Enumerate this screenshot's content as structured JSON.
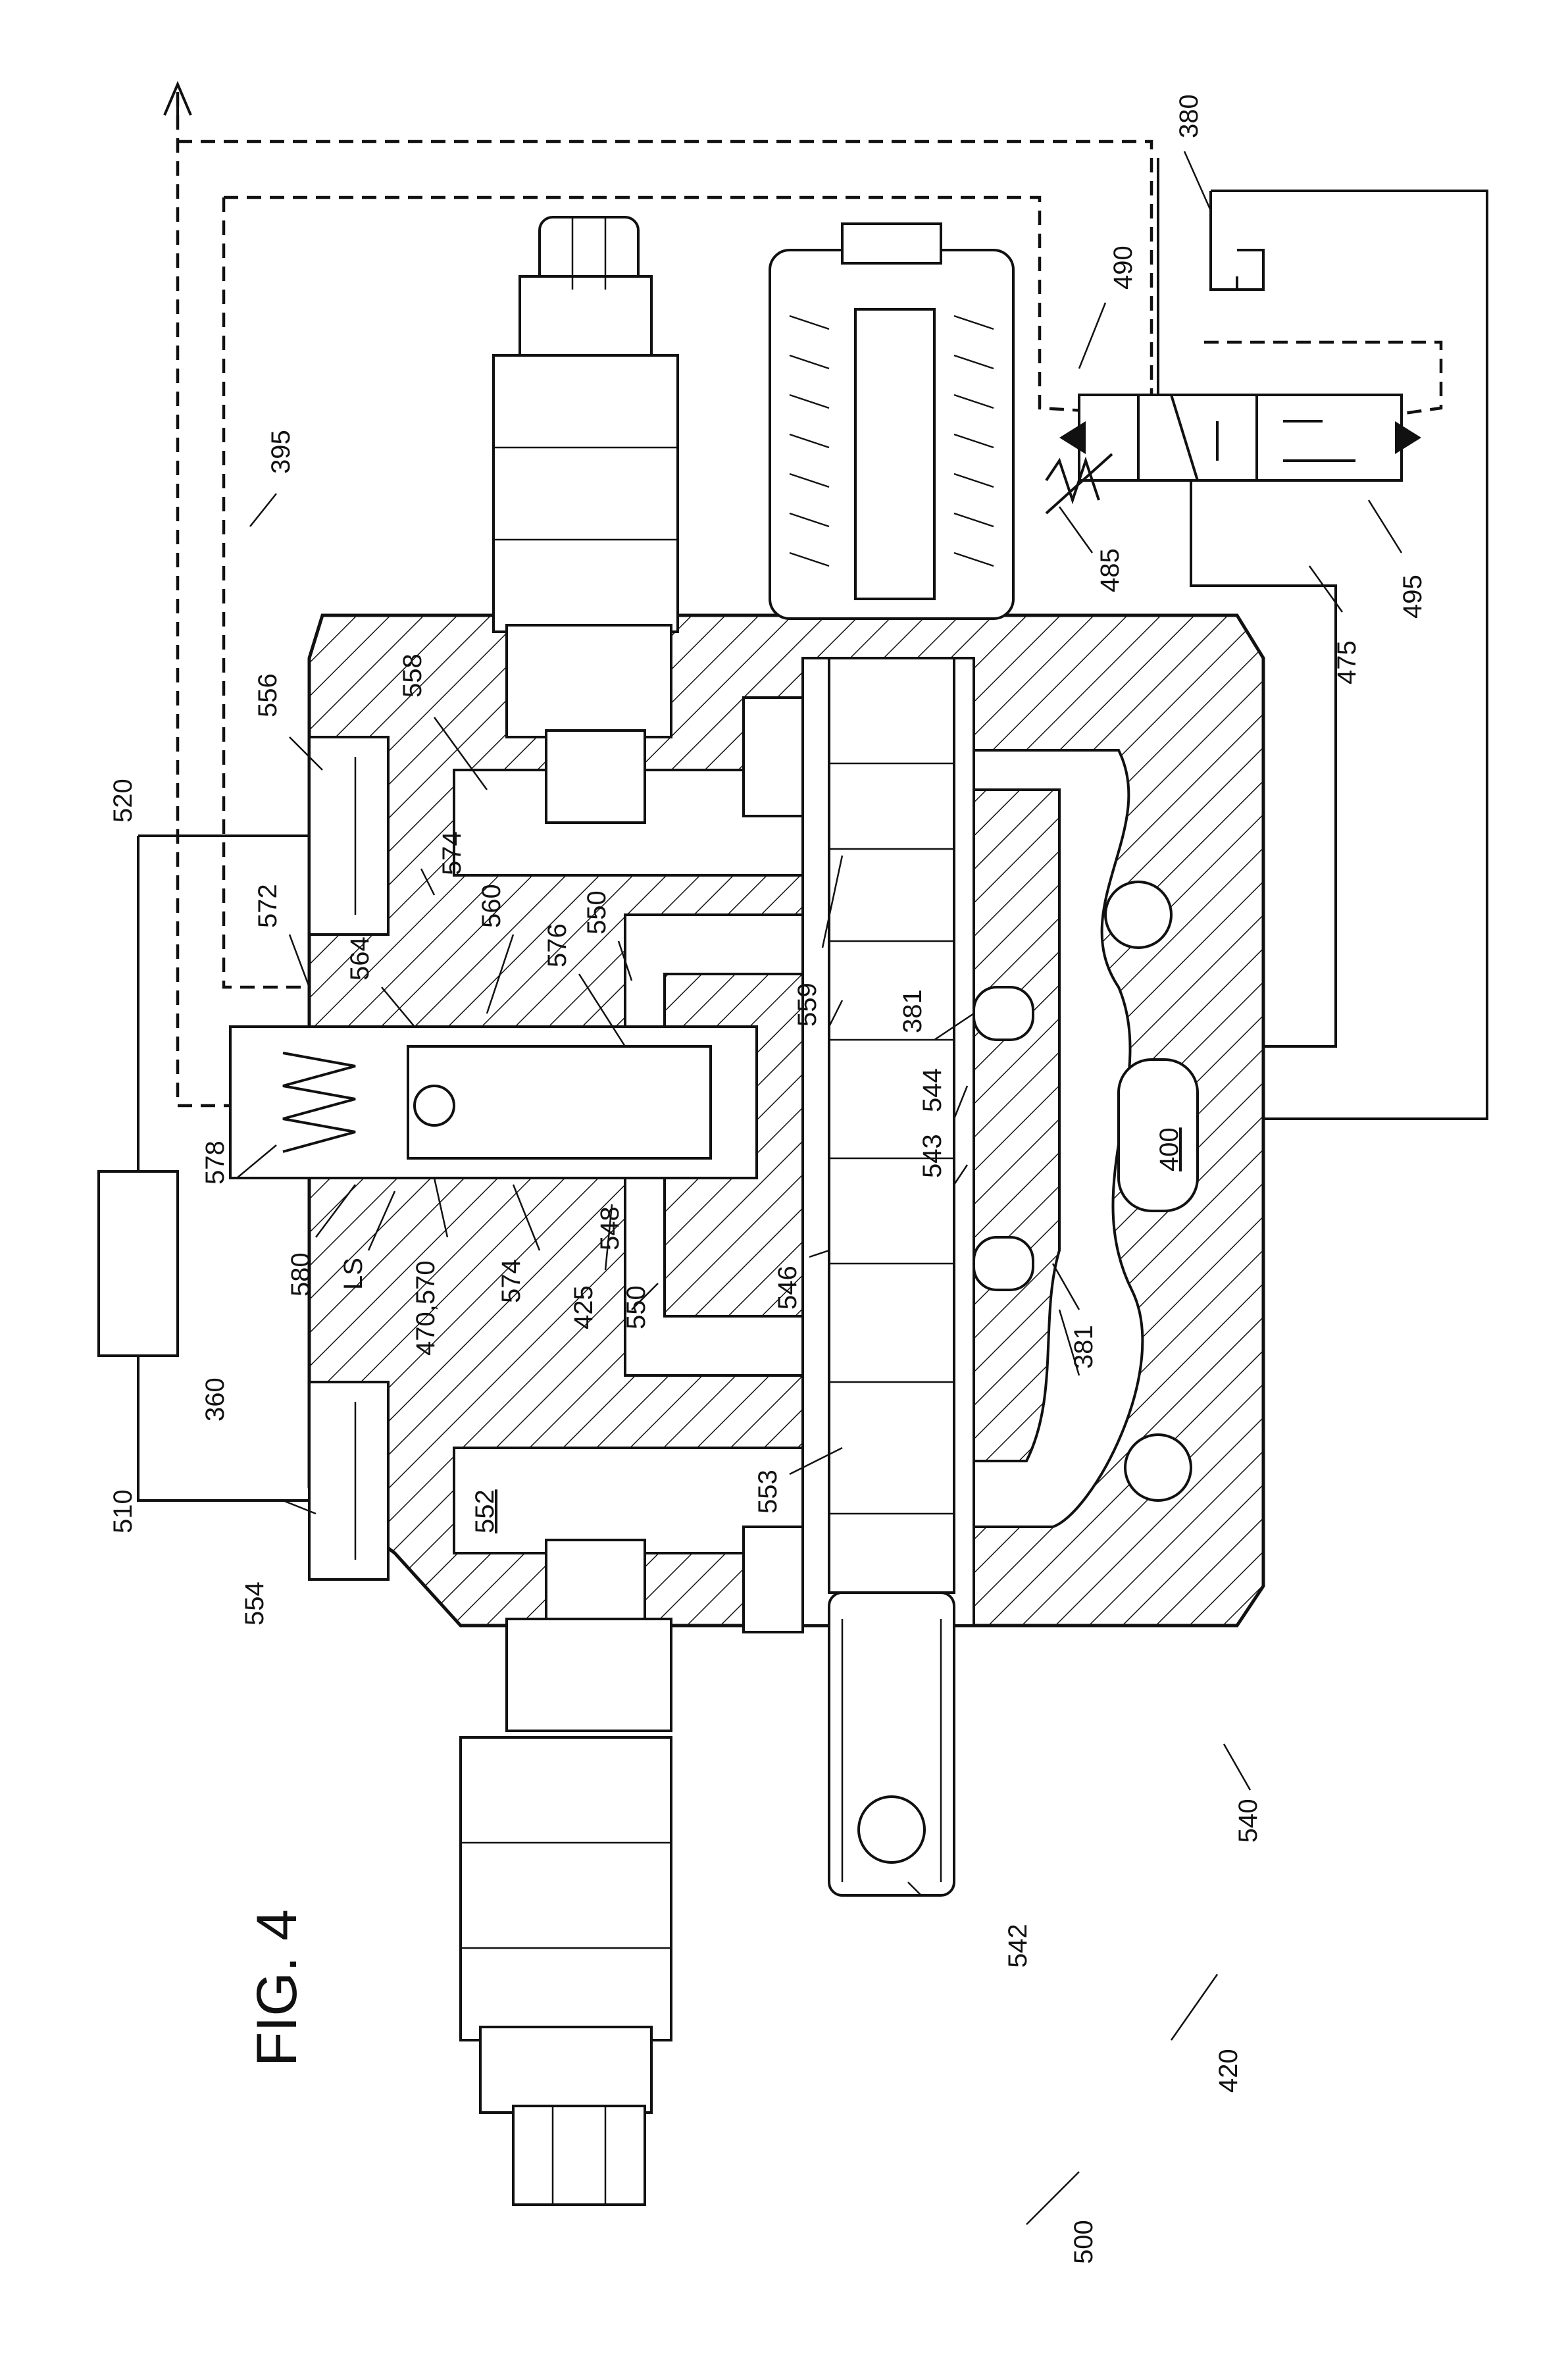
{
  "figure_title": "FIG. 4",
  "labels": {
    "l380": "380",
    "l490": "490",
    "l485": "485",
    "l495": "495",
    "l475": "475",
    "l395": "395",
    "l556": "556",
    "l558": "558",
    "l574a": "574",
    "l572": "572",
    "l564": "564",
    "l560": "560",
    "l576": "576",
    "l550a": "550",
    "l559": "559",
    "l381a": "381",
    "l544": "544",
    "l543": "543",
    "l400": "400",
    "l520": "520",
    "l578": "578",
    "l580": "580",
    "lLS": "LS",
    "l470": "470,570",
    "l574b": "574",
    "l425": "425",
    "l548": "548",
    "l550b": "550",
    "l546": "546",
    "l381b": "381",
    "l360": "360",
    "l510": "510",
    "l552": "552",
    "l553": "553",
    "l554": "554",
    "l540": "540",
    "l542": "542",
    "l420": "420",
    "l500": "500"
  }
}
